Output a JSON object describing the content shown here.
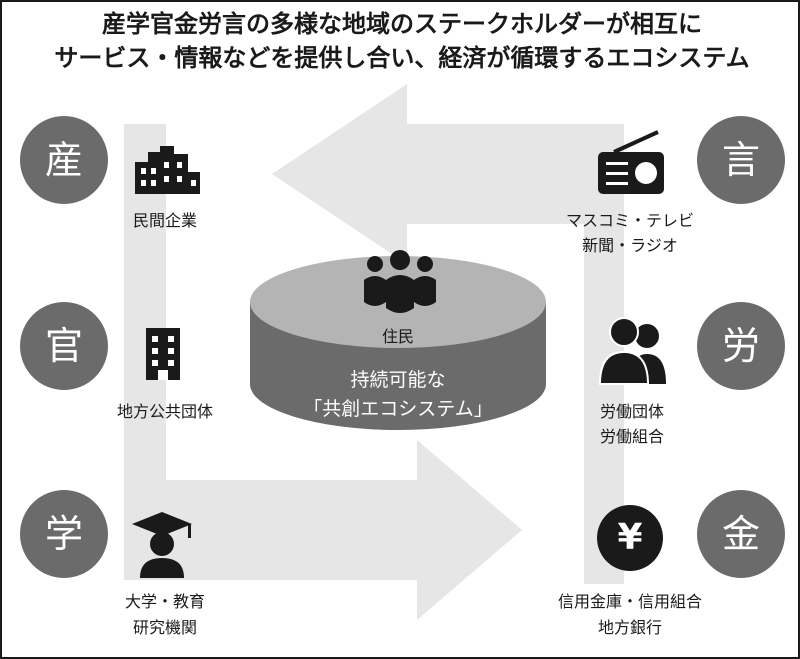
{
  "title": {
    "line1": "産学官金労言の多様な地域のステークホルダーが相互に",
    "line2": "サービス・情報などを提供し合い、経済が循環するエコシステム"
  },
  "categories": {
    "industry": "産",
    "government": "官",
    "academia": "学",
    "media": "言",
    "labor": "労",
    "finance": "金"
  },
  "stakeholders": {
    "industry": "民間企業",
    "government": "地方公共団体",
    "academia_line1": "大学・教育",
    "academia_line2": "研究機関",
    "media_line1": "マスコミ・テレビ",
    "media_line2": "新聞・ラジオ",
    "labor_line1": "労働団体",
    "labor_line2": "労働組合",
    "finance_line1": "信用金庫・信用組合",
    "finance_line2": "地方銀行"
  },
  "center": {
    "residents": "住民",
    "line1": "持続可能な",
    "line2": "「共創エコシステム」"
  },
  "colors": {
    "circle": "#6b6b6b",
    "flow": "#e6e6e6",
    "cylinder_side": "#6b6b6b",
    "cylinder_top": "#b4b4b4",
    "ink": "#1a1a1a"
  }
}
